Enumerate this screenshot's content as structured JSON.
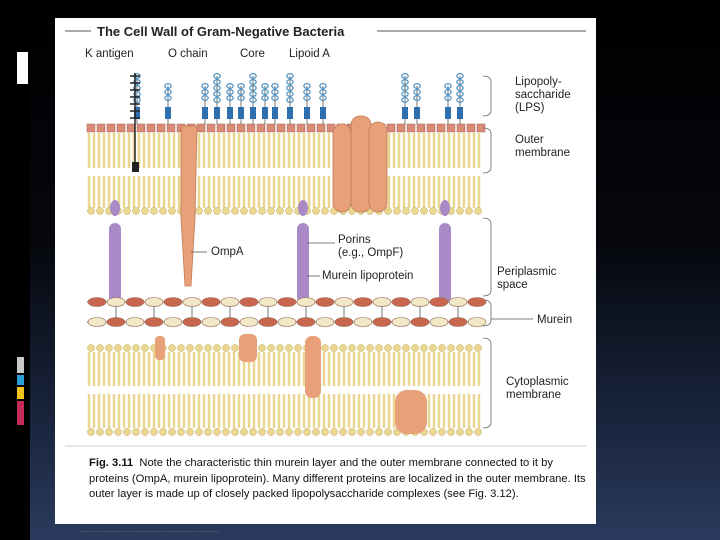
{
  "slide": {
    "accent_colors": [
      "#c9c9c9",
      "#2a9fd6",
      "#ffffff",
      "#f0c419",
      "#c42b57"
    ]
  },
  "figure": {
    "title": "The Cell Wall of Gram-Negative Bacteria",
    "labels": {
      "k_antigen": "K antigen",
      "o_chain": "O chain",
      "core": "Core",
      "lipoid_a": "Lipoid A",
      "lps": [
        "Lipopoly-",
        "saccharide",
        "(LPS)"
      ],
      "outer_membrane": [
        "Outer",
        "membrane"
      ],
      "ompa": "OmpA",
      "porins": [
        "Porins",
        "(e.g., OmpF)"
      ],
      "murein_lipoprotein": "Murein lipoprotein",
      "periplasmic_space": [
        "Periplasmic",
        "space"
      ],
      "murein": "Murein",
      "cytoplasmic_membrane": [
        "Cytoplasmic",
        "membrane"
      ]
    },
    "caption": {
      "fig_number": "Fig. 3.11",
      "text": "Note the characteristic thin murein layer and the outer membrane connected to it by proteins (OmpA, murein lipoprotein). Many different proteins are localized in the outer membrane. Its outer layer is made up of closely packed lipopolysaccharide complexes (see Fig. 3.12)."
    },
    "colors": {
      "lipid_heads": "#d98a78",
      "tails": "#e9d690",
      "protein": "#e8a079",
      "lipoprotein": "#a98ac6",
      "sugar": "#4a8fc0",
      "murein_red": "#c9674e",
      "murein_cream": "#f2e8c8"
    }
  },
  "footnote": "...................................................................................................."
}
